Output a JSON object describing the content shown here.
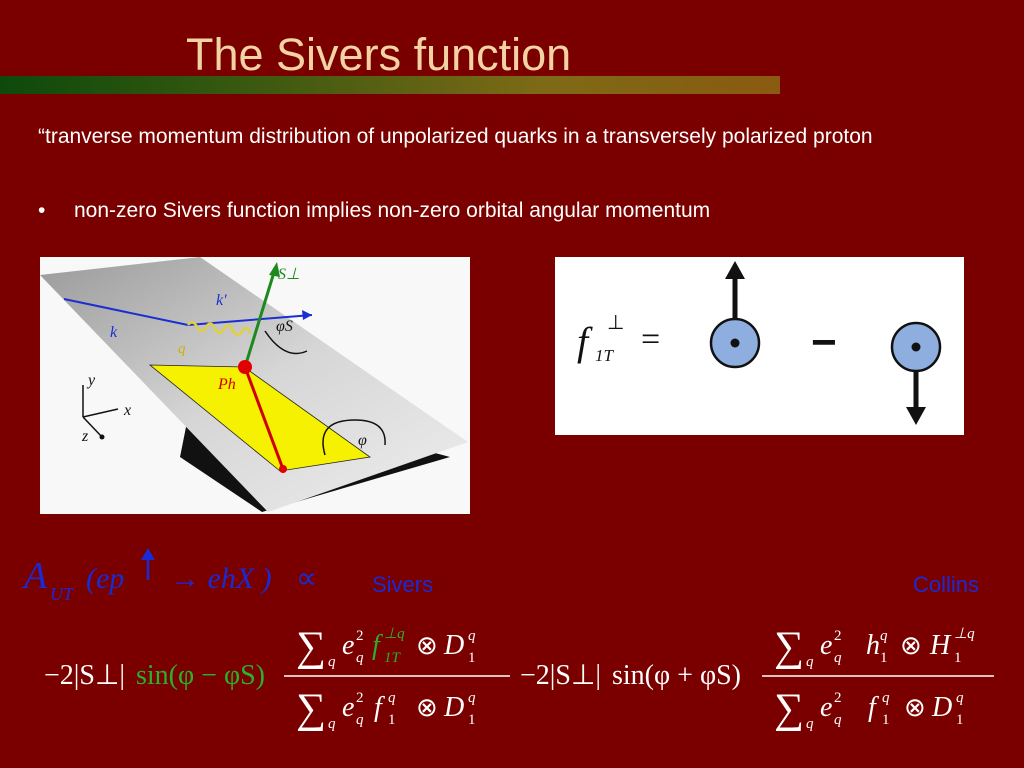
{
  "slide": {
    "title": "The Sivers function",
    "quote": "“tranverse momentum distribution of unpolarized quarks in a transversely polarized proton",
    "bullet_symbol": "•",
    "bullet": "non-zero Sivers function implies non-zero orbital angular momentum"
  },
  "figure_left": {
    "labels": {
      "s_perp": "S⊥",
      "k_prime": "k′",
      "k": "k",
      "q": "q",
      "phi_s": "φS",
      "p_h": "Ph",
      "phi": "φ",
      "y": "y",
      "x": "x",
      "z": "z"
    }
  },
  "figure_right": {
    "f_symbol": "f",
    "f_sub": "1T",
    "f_sup": "⊥",
    "equals": "=",
    "minus": "−"
  },
  "equations": {
    "asym_A": "A",
    "asym_sub": "UT",
    "asym_args": "(ep",
    "asym_arrow": "→ ehX )",
    "asym_prop": "∝",
    "sivers_label": "Sivers",
    "collins_label": "Collins",
    "sivers_prefix": "−2|S⊥|",
    "sivers_sin": "sin(φ − φS)",
    "collins_prefix": "−2|S⊥|",
    "collins_sin": "sin(φ + φS)"
  },
  "colors": {
    "background": "#7a0000",
    "title": "#f3d3a3",
    "label_blue": "#1a2bd6",
    "green_term": "#2bb02b",
    "vector_red": "#d10000",
    "vector_blue": "#1b2fd1",
    "vector_green": "#1d8a1d",
    "plane_yellow": "#f5f100",
    "spin_circle": "#8faee0"
  }
}
